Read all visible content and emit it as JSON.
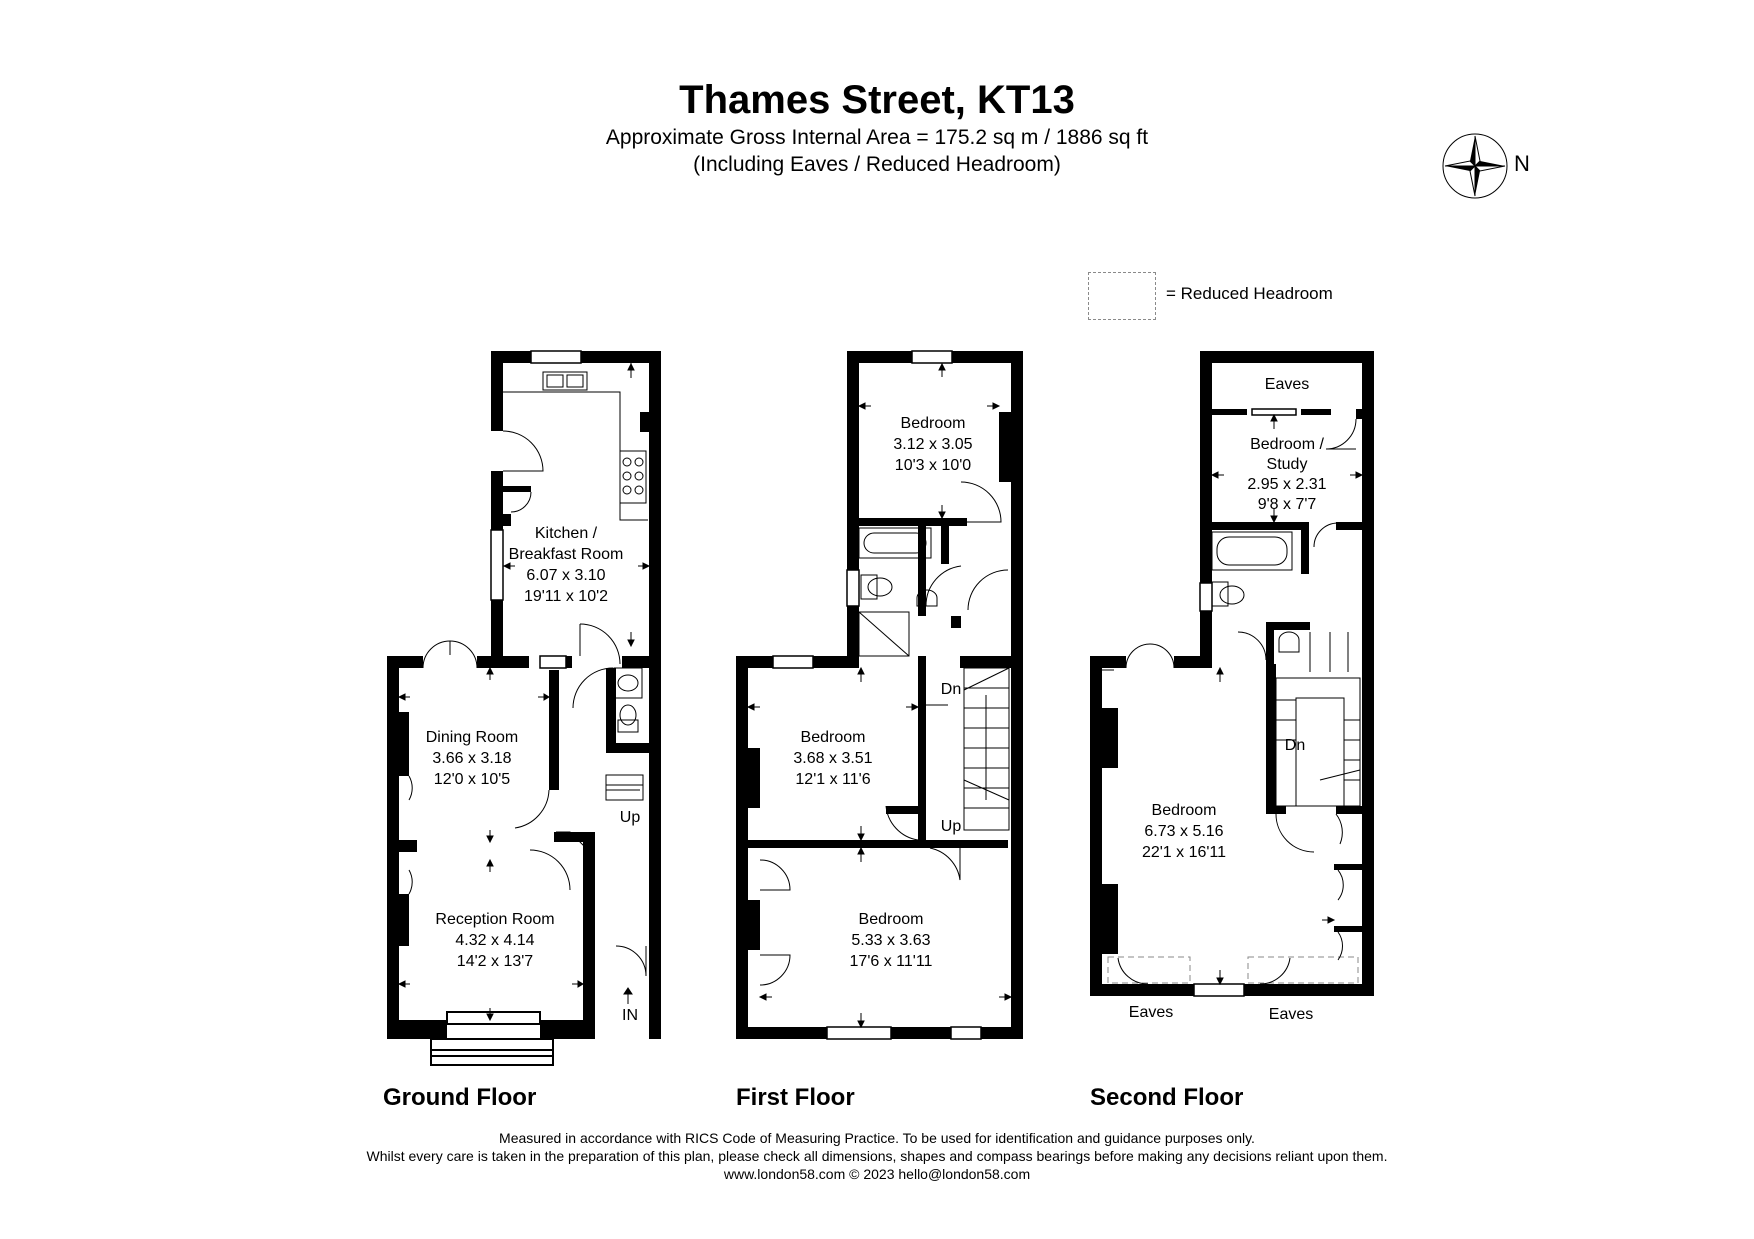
{
  "header": {
    "title": "Thames Street, KT13",
    "area_line": "Approximate Gross Internal Area = 175.2 sq m / 1886 sq ft",
    "note_line": "(Including Eaves / Reduced Headroom)"
  },
  "compass": {
    "label": "N"
  },
  "legend": {
    "label": "= Reduced Headroom"
  },
  "floors": [
    {
      "name": "Ground Floor",
      "rooms": [
        {
          "lines": [
            "Kitchen /",
            "Breakfast Room",
            "6.07 x 3.10",
            "19'11 x 10'2"
          ]
        },
        {
          "lines": [
            "Dining Room",
            "3.66 x 3.18",
            "12'0 x 10'5"
          ]
        },
        {
          "lines": [
            "Reception Room",
            "4.32 x 4.14",
            "14'2 x 13'7"
          ]
        }
      ],
      "marks": {
        "up": "Up",
        "entrance": "IN"
      }
    },
    {
      "name": "First Floor",
      "rooms": [
        {
          "lines": [
            "Bedroom",
            "3.12 x 3.05",
            "10'3 x 10'0"
          ]
        },
        {
          "lines": [
            "Bedroom",
            "3.68 x 3.51",
            "12'1 x 11'6"
          ]
        },
        {
          "lines": [
            "Bedroom",
            "5.33 x 3.63",
            "17'6 x 11'11"
          ]
        }
      ],
      "marks": {
        "down": "Dn",
        "up": "Up"
      }
    },
    {
      "name": "Second Floor",
      "rooms": [
        {
          "lines": [
            "Eaves"
          ]
        },
        {
          "lines": [
            "Bedroom /",
            "Study",
            "2.95 x 2.31",
            "9'8 x 7'7"
          ]
        },
        {
          "lines": [
            "Bedroom",
            "6.73 x 5.16",
            "22'1 x 16'11"
          ]
        },
        {
          "lines": [
            "Eaves"
          ]
        },
        {
          "lines": [
            "Eaves"
          ]
        }
      ],
      "marks": {
        "down": "Dn"
      }
    }
  ],
  "footer": {
    "line1": "Measured in accordance with RICS Code of Measuring Practice. To be used for identification and guidance purposes only.",
    "line2": "Whilst every care is taken in the preparation of this plan, please check all dimensions, shapes and compass bearings before making any decisions reliant upon them.",
    "line3": "www.london58.com © 2023 hello@london58.com"
  },
  "colors": {
    "wall": "#000000",
    "reduced_headroom": "#8a8a8a"
  }
}
